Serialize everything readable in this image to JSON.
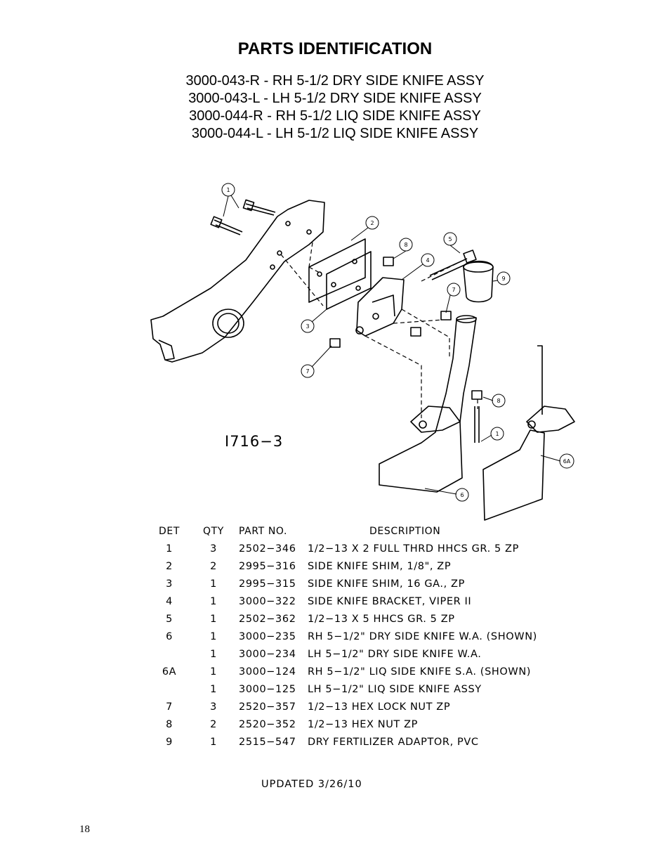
{
  "page": {
    "title": "PARTS IDENTIFICATION",
    "subtitles": [
      "3000-043-R - RH 5-1/2 DRY SIDE KNIFE ASSY",
      "3000-043-L - LH 5-1/2 DRY SIDE KNIFE ASSY",
      "3000-044-R - RH 5-1/2 LIQ SIDE KNIFE ASSY",
      "3000-044-L - LH 5-1/2 LIQ SIDE KNIFE ASSY"
    ],
    "drawing_label": "I716−3",
    "callouts": [
      "1",
      "2",
      "8",
      "5",
      "4",
      "9",
      "7",
      "3",
      "7",
      "8",
      "1",
      "6A",
      "6"
    ],
    "updated": "UPDATED 3/26/10",
    "page_number": "18"
  },
  "parts_table": {
    "headers": {
      "det": "DET",
      "qty": "QTY",
      "part": "PART NO.",
      "desc": "DESCRIPTION"
    },
    "rows": [
      {
        "det": "1",
        "qty": "3",
        "part": "2502−346",
        "desc": "1/2−13 X 2 FULL THRD HHCS GR. 5 ZP"
      },
      {
        "det": "2",
        "qty": "2",
        "part": "2995−316",
        "desc": "SIDE KNIFE SHIM, 1/8\", ZP"
      },
      {
        "det": "3",
        "qty": "1",
        "part": "2995−315",
        "desc": "SIDE KNIFE SHIM, 16 GA., ZP"
      },
      {
        "det": "4",
        "qty": "1",
        "part": "3000−322",
        "desc": "SIDE KNIFE BRACKET, VIPER II"
      },
      {
        "det": "5",
        "qty": "1",
        "part": "2502−362",
        "desc": "1/2−13 X 5 HHCS GR. 5 ZP"
      },
      {
        "det": "6",
        "qty": "1",
        "part": "3000−235",
        "desc": "RH 5−1/2\" DRY SIDE KNIFE W.A. (SHOWN)"
      },
      {
        "det": "",
        "qty": "1",
        "part": "3000−234",
        "desc": "LH 5−1/2\" DRY SIDE KNIFE W.A."
      },
      {
        "det": "6A",
        "qty": "1",
        "part": "3000−124",
        "desc": "RH 5−1/2\" LIQ SIDE KNIFE S.A. (SHOWN)"
      },
      {
        "det": "",
        "qty": "1",
        "part": "3000−125",
        "desc": "LH 5−1/2\" LIQ SIDE KNIFE ASSY"
      },
      {
        "det": "7",
        "qty": "3",
        "part": "2520−357",
        "desc": "1/2−13 HEX LOCK NUT ZP"
      },
      {
        "det": "8",
        "qty": "2",
        "part": "2520−352",
        "desc": "1/2−13 HEX NUT ZP"
      },
      {
        "det": "9",
        "qty": "1",
        "part": "2515−547",
        "desc": "DRY FERTILIZER ADAPTOR, PVC"
      }
    ]
  }
}
